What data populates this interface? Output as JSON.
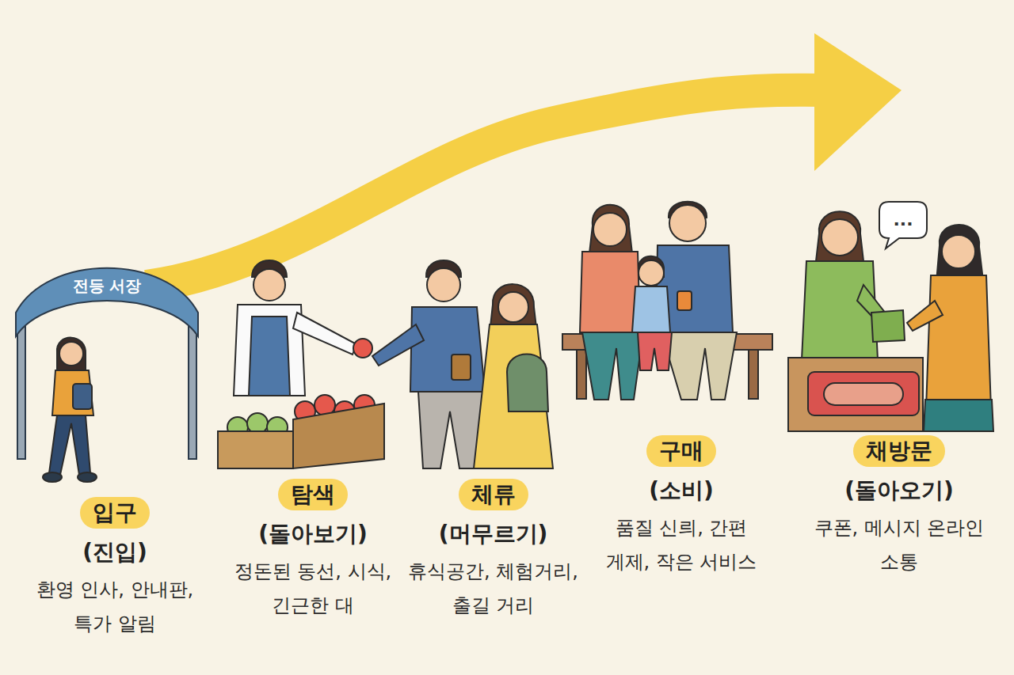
{
  "diagram": {
    "nodes": [
      {
        "text": [
          "전등 서장"
        ]
      },
      {
        "text": [
          "입구",
          "(진입)",
          "환영 인사, 안내판, 특가 알림"
        ]
      },
      {
        "text": [
          "탐색",
          "(돌아보기)",
          "정돈된 동선, 시식, 긴근한 대"
        ]
      },
      {
        "text": [
          "체류",
          "(머무르기)",
          "휴식공간, 체험거리, 출길 거리"
        ]
      },
      {
        "text": [
          "구매",
          "(소비)",
          "품질 신릐, 간편 게제, 작은 서비스"
        ]
      },
      {
        "text": [
          "채방문",
          "(돌아오기)",
          "쿠폰, 메시지 온라인 소통"
        ]
      },
      {
        "text": [
          "..."
        ]
      }
    ]
  }
}
